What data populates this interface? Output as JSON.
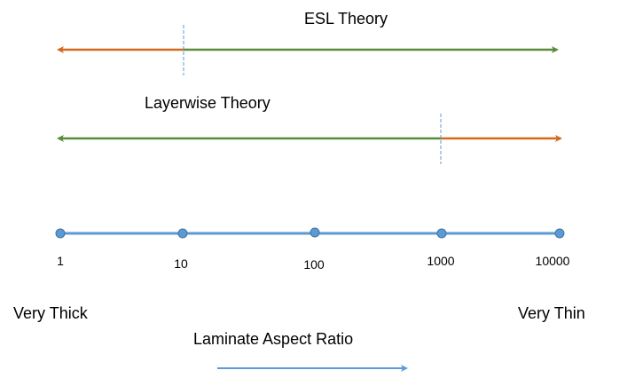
{
  "esl": {
    "title": "ESL Theory",
    "split_at": 10,
    "left_color": "#d2691e",
    "right_color": "#5b8a3c"
  },
  "layerwise": {
    "title": "Layerwise Theory",
    "split_at": 1000,
    "left_color": "#5b8a3c",
    "right_color": "#d2691e"
  },
  "scale": {
    "ticks": [
      "1",
      "10",
      "100",
      "1000",
      "10000"
    ],
    "line_color": "#5b9bd5",
    "left_label": "Very Thick",
    "right_label": "Very Thin",
    "axis_title": "Laminate Aspect Ratio"
  },
  "divider_color": "#5b9bd5"
}
